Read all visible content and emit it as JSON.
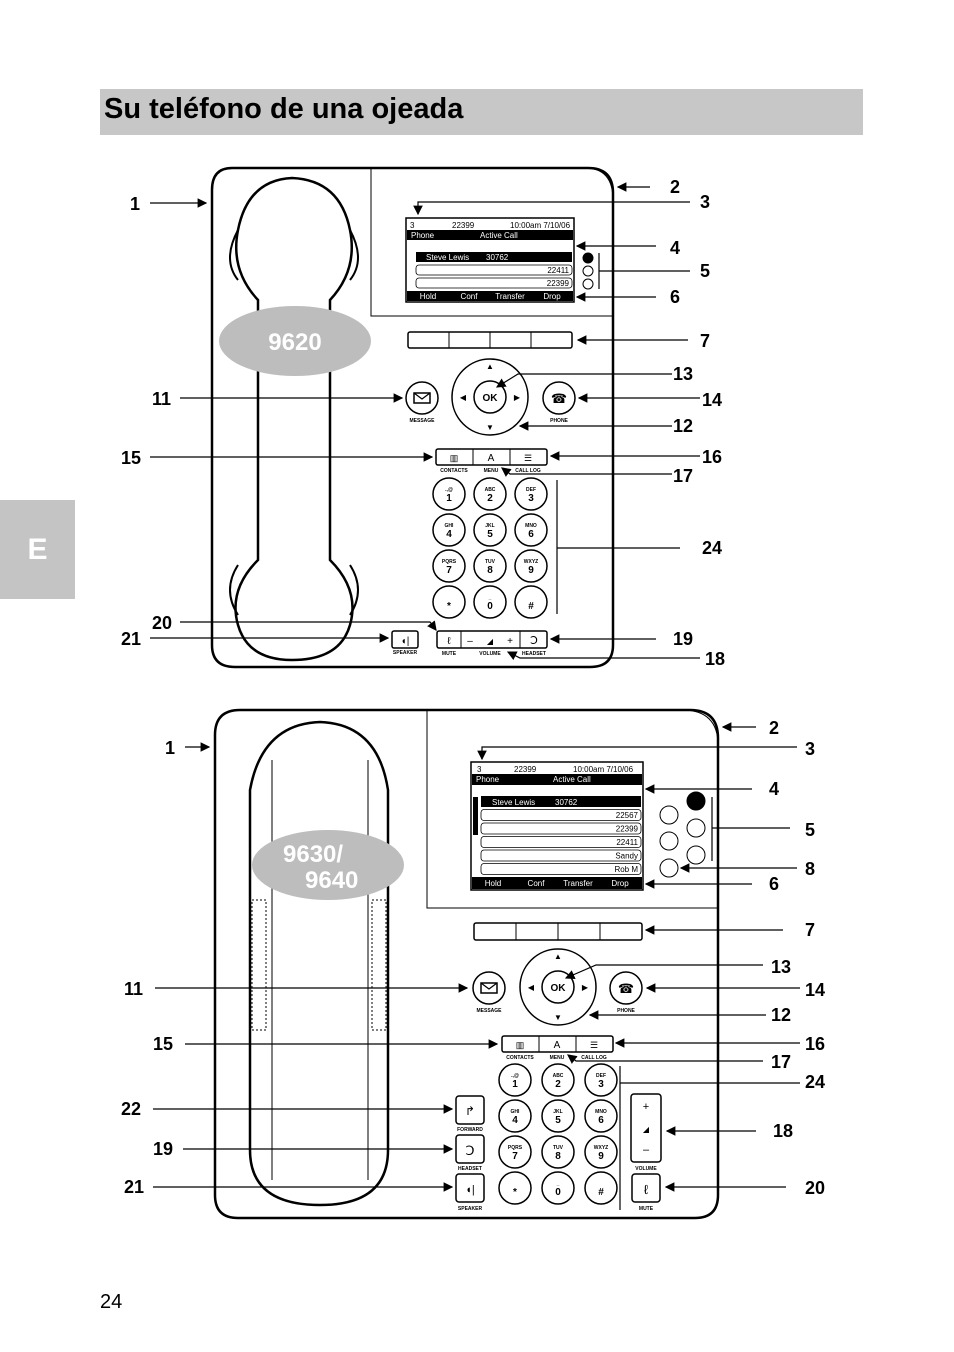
{
  "page": {
    "title": "Su teléfono de una ojeada",
    "side_tab": "E",
    "page_number": "24"
  },
  "phone_9620": {
    "model": "9620",
    "screen": {
      "status": "3",
      "extension": "22399",
      "datetime": "10:00am 7/10/06",
      "header_left": "Phone",
      "header_right": "Active Call",
      "lines": [
        {
          "name": "Steve Lewis",
          "number": "30762"
        },
        {
          "name": "",
          "number": "22411"
        },
        {
          "name": "",
          "number": "22399"
        }
      ],
      "softkeys": [
        "Hold",
        "Conf",
        "Transfer",
        "Drop"
      ]
    },
    "buttons": {
      "message": "MESSAGE",
      "phone": "PHONE",
      "ok": "OK",
      "contacts": "CONTACTS",
      "menu": "MENU",
      "call_log": "CALL LOG",
      "speaker": "SPEAKER",
      "mute": "MUTE",
      "volume": "VOLUME",
      "headset": "HEADSET"
    },
    "keypad": [
      {
        "digit": "1",
        "letters": ".,@"
      },
      {
        "digit": "2",
        "letters": "ABC"
      },
      {
        "digit": "3",
        "letters": "DEF"
      },
      {
        "digit": "4",
        "letters": "GHI"
      },
      {
        "digit": "5",
        "letters": "JKL"
      },
      {
        "digit": "6",
        "letters": "MNO"
      },
      {
        "digit": "7",
        "letters": "PQRS"
      },
      {
        "digit": "8",
        "letters": "TUV"
      },
      {
        "digit": "9",
        "letters": "WXYZ"
      },
      {
        "digit": "*",
        "letters": ""
      },
      {
        "digit": "0",
        "letters": "_"
      },
      {
        "digit": "#",
        "letters": ""
      }
    ],
    "callouts": [
      "1",
      "2",
      "3",
      "4",
      "5",
      "6",
      "7",
      "11",
      "12",
      "13",
      "14",
      "15",
      "16",
      "17",
      "18",
      "19",
      "20",
      "21",
      "24"
    ]
  },
  "phone_9630": {
    "model_line1": "9630/",
    "model_line2": "9640",
    "screen": {
      "status": "3",
      "extension": "22399",
      "datetime": "10:00am 7/10/06",
      "header_left": "Phone",
      "header_right": "Active Call",
      "lines": [
        {
          "name": "Steve Lewis",
          "number": "30762"
        },
        {
          "name": "",
          "number": "22567"
        },
        {
          "name": "",
          "number": "22399"
        },
        {
          "name": "",
          "number": "22411"
        },
        {
          "name": "",
          "number": "Sandy"
        },
        {
          "name": "",
          "number": "Rob M"
        }
      ],
      "softkeys": [
        "Hold",
        "Conf",
        "Transfer",
        "Drop"
      ]
    },
    "buttons": {
      "message": "MESSAGE",
      "phone": "PHONE",
      "ok": "OK",
      "contacts": "CONTACTS",
      "menu": "MENU",
      "call_log": "CALL LOG",
      "forward": "FORWARD",
      "headset": "HEADSET",
      "speaker": "SPEAKER",
      "volume": "VOLUME",
      "mute": "MUTE"
    },
    "callouts": [
      "1",
      "2",
      "3",
      "4",
      "5",
      "6",
      "7",
      "8",
      "11",
      "12",
      "13",
      "14",
      "15",
      "16",
      "17",
      "18",
      "19",
      "20",
      "21",
      "22",
      "24"
    ]
  }
}
